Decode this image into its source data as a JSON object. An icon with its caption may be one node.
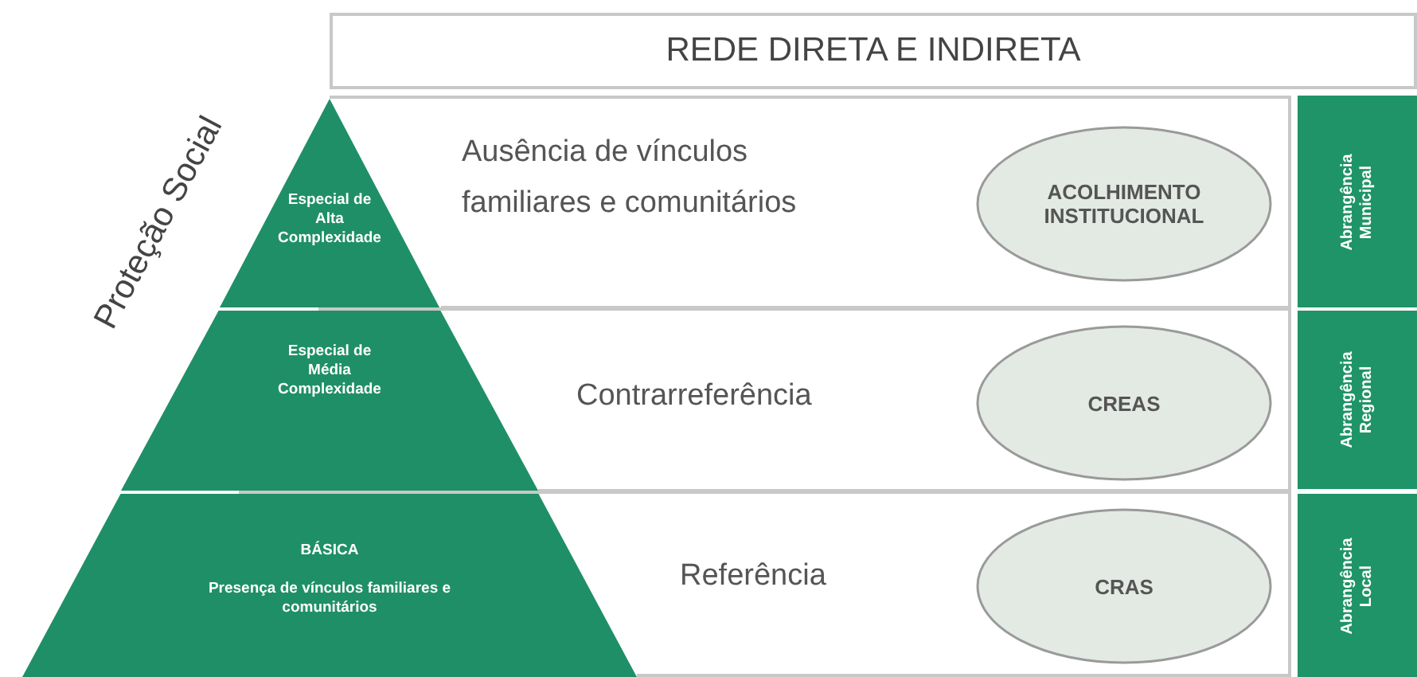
{
  "diagram": {
    "nodes": [
      {
        "text": [
          "REDE DIRETA E INDIRETA"
        ]
      },
      {
        "text": [
          "Especial de Alta Complexidade"
        ]
      },
      {
        "text": [
          "Especial de Média Complexidade"
        ]
      },
      {
        "text": [
          "BÁSICA",
          "Presença de vínculos familiares e comunitários"
        ]
      },
      {
        "text": [
          "Ausência de vínculos familiares e comunitários"
        ]
      },
      {
        "text": [
          "ACOLHIMENTO INSTITUCIONAL"
        ],
        "in": 4
      },
      {
        "text": [
          "Abrangência Municipal"
        ]
      },
      {
        "text": [
          "Contrarreferência"
        ]
      },
      {
        "text": [
          "CREAS"
        ],
        "in": 7
      },
      {
        "text": [
          "Abrangência Regional"
        ]
      },
      {
        "text": [
          "Referência"
        ]
      },
      {
        "text": [
          "CRAS"
        ],
        "in": 10
      },
      {
        "text": [
          "Abrangência Local"
        ]
      }
    ],
    "labels": [
      "Proteção Social"
    ]
  }
}
